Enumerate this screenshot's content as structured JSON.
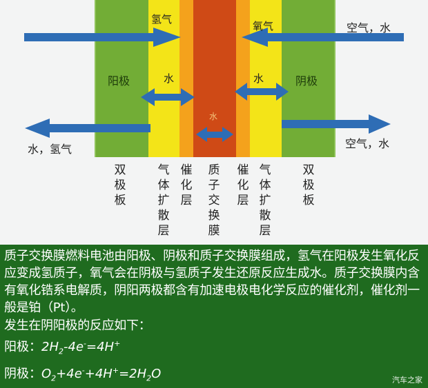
{
  "diagram": {
    "inlet_hydrogen": "氢气",
    "inlet_oxygen": "氧气",
    "water_left": "水",
    "water_right": "水",
    "water_center": "水",
    "anode_label": "阳极",
    "cathode_label": "阴极",
    "air_water_in": "空气，水",
    "air_water_out": "空气，水",
    "water_hydrogen_out": "水，氢气",
    "columns": [
      "双极板",
      "气体扩散层",
      "催化层",
      "质子交换膜",
      "催化层",
      "气体扩散层",
      "双极板"
    ]
  },
  "description": {
    "paragraph": "质子交换膜燃料电池由阳极、阴极和质子交换膜组成，氢气在阳极发生氧化反应变成氢质子，氧气会在阴极与氢质子发生还原反应生成水。质子交换膜内含有氧化锆系电解质，阴阳两极都含有加速电极电化学反应的催化剂，催化剂一般是铂（Pt）。",
    "reaction_intro": "发生在阴阳极的反应如下：",
    "anode_eq_label": "阳极：",
    "cathode_eq_label": "阴极："
  },
  "watermark": "汽车之家",
  "colors": {
    "bipolar_plate": "#72ad36",
    "diffusion_layer": "#f3e418",
    "catalyst_layer": "#f4a21c",
    "membrane": "#cf4a16",
    "arrow": "#2e6db5",
    "panel": "#1f6b1f"
  }
}
